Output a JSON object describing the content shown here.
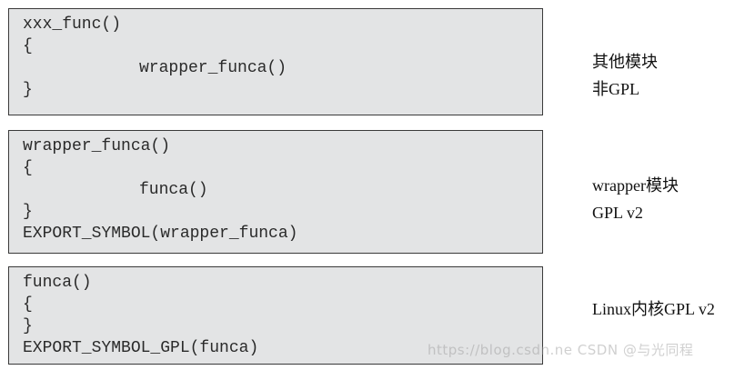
{
  "blocks": [
    {
      "code": [
        "xxx_func()",
        "{",
        "wrapper_funca()",
        "}"
      ],
      "label": [
        "其他模块",
        "非GPL"
      ]
    },
    {
      "code": [
        "wrapper_funca()",
        "{",
        "funca()",
        "}",
        "EXPORT_SYMBOL(wrapper_funca)"
      ],
      "label": [
        "wrapper模块",
        "GPL v2"
      ]
    },
    {
      "code": [
        "funca()",
        "{",
        "}",
        "EXPORT_SYMBOL_GPL(funca)"
      ],
      "label": [
        "Linux内核GPL v2"
      ]
    }
  ],
  "watermark": "https://blog.csdn.ne CSDN @与光同程"
}
